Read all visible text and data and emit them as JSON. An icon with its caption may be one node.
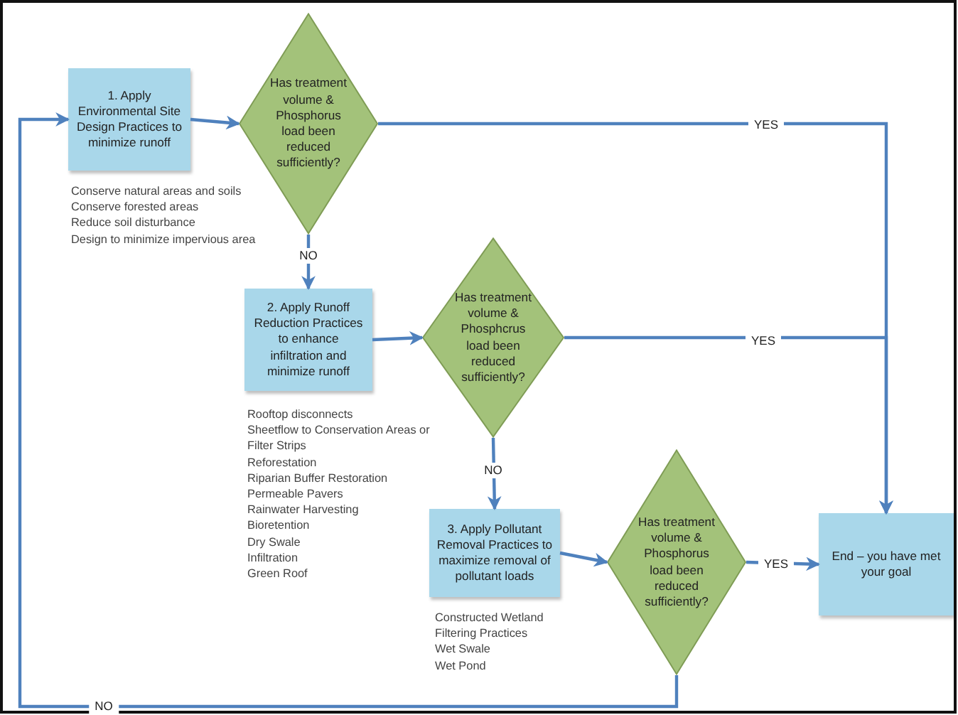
{
  "diagram": {
    "nodes": [
      {
        "text": [
          "1. Apply Environmental Site Design Practices to minimize runoff"
        ],
        "beside": [
          "Conserve natural areas and soils",
          "Conserve forested areas",
          "Reduce soil disturbance",
          "Design to minimize impervious area"
        ]
      },
      {
        "text": [
          "Has treatment volume & Phosphorus load been reduced sufficiently?"
        ]
      },
      {
        "text": [
          "2. Apply Runoff Reduction Practices to enhance infiltration and minimize runoff"
        ],
        "beside": [
          "Rooftop disconnects",
          "Sheetflow to Conservation Areas or Filter Strips",
          "Reforestation",
          "Riparian Buffer Restoration",
          "Permeable Pavers",
          "Rainwater Harvesting",
          "Bioretention",
          "Dry Swale",
          "Infiltration",
          "Green Roof"
        ]
      },
      {
        "text": [
          "Has treatment volume & Phosphcrus load been reduced sufficiently?"
        ]
      },
      {
        "text": [
          "3. Apply Pollutant Removal Practices to maximize removal of pollutant loads"
        ],
        "beside": [
          "Constructed Wetland",
          "Filtering Practices",
          "Wet Swale",
          "Wet Pond"
        ]
      },
      {
        "text": [
          "Has treatment volume & Phosphorus load been reduced sufficiently?"
        ]
      },
      {
        "text": [
          "End – you have met your goal"
        ]
      }
    ],
    "edges": [
      {
        "from": 0,
        "to": 1,
        "arrow": "to"
      },
      {
        "from": 1,
        "to": 6,
        "arrow": "to",
        "label": "YES"
      },
      {
        "from": 1,
        "to": 2,
        "arrow": "to",
        "label": "NO"
      },
      {
        "from": 2,
        "to": 3,
        "arrow": "to"
      },
      {
        "from": 3,
        "to": 6,
        "arrow": "to",
        "label": "YES"
      },
      {
        "from": 3,
        "to": 4,
        "arrow": "to",
        "label": "NO"
      },
      {
        "from": 4,
        "to": 5,
        "arrow": "to"
      },
      {
        "from": 5,
        "to": 6,
        "arrow": "to",
        "label": "YES"
      },
      {
        "from": 5,
        "to": 0,
        "arrow": "to",
        "label": "NO"
      }
    ]
  }
}
